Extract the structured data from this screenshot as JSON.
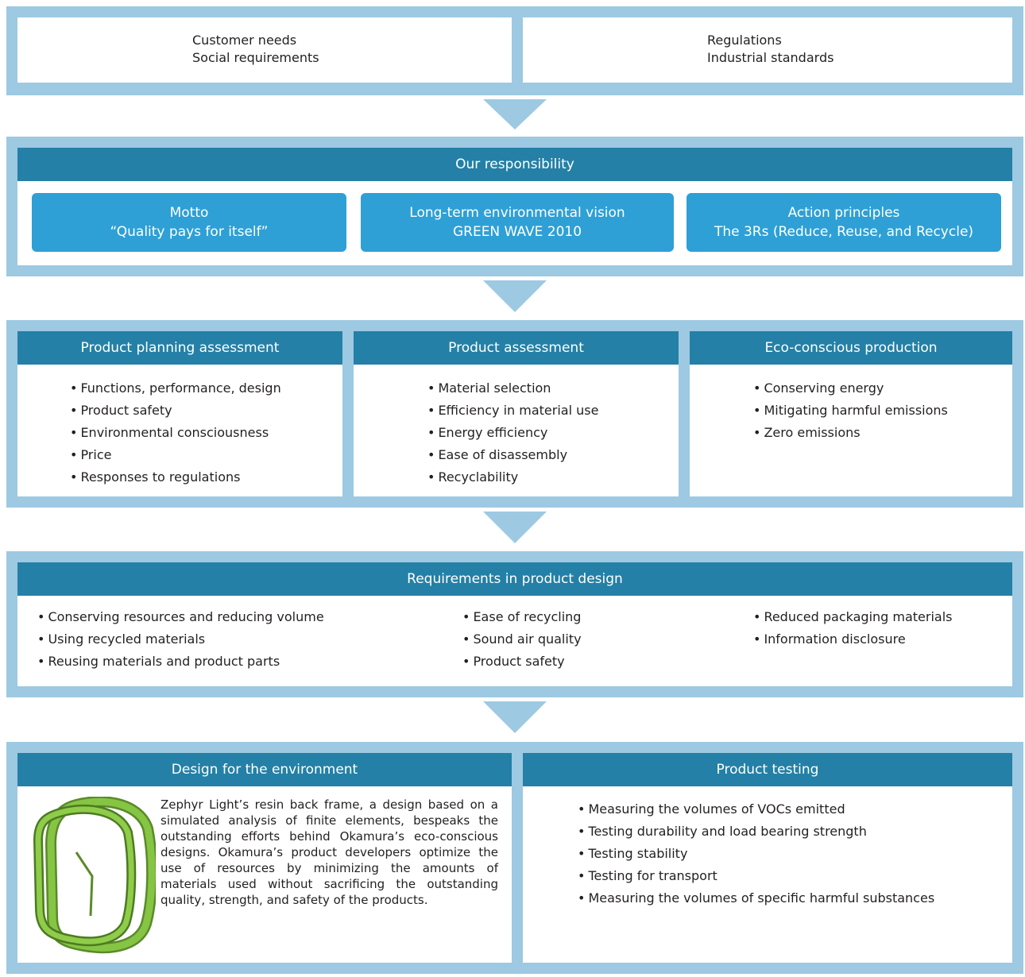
{
  "top": {
    "left": [
      "Customer needs",
      "Social requirements"
    ],
    "right": [
      "Regulations",
      "Industrial standards"
    ]
  },
  "responsibility": {
    "title": "Our responsibility",
    "boxes": [
      {
        "line1": "Motto",
        "line2": "“Quality pays for itself”"
      },
      {
        "line1": "Long-term environmental vision",
        "line2": "GREEN WAVE 2010"
      },
      {
        "line1": "Action principles",
        "line2": "The 3Rs (Reduce, Reuse, and Recycle)"
      }
    ]
  },
  "assessments": [
    {
      "title": "Product planning assessment",
      "items": [
        "Functions, performance, design",
        "Product safety",
        "Environmental consciousness",
        "Price",
        "Responses to regulations"
      ]
    },
    {
      "title": "Product assessment",
      "items": [
        "Material selection",
        "Efficiency in material use",
        "Energy efficiency",
        "Ease of disassembly",
        "Recyclability"
      ]
    },
    {
      "title": "Eco-conscious production",
      "items": [
        "Conserving energy",
        "Mitigating harmful emissions",
        "Zero emissions"
      ]
    }
  ],
  "requirements": {
    "title": "Requirements in product design",
    "columns": [
      [
        "Conserving resources and reducing volume",
        "Using recycled materials",
        "Reusing materials and product parts"
      ],
      [
        "Ease of recycling",
        "Sound air quality",
        "Product safety"
      ],
      [
        "Reduced packaging materials",
        "Information disclosure"
      ]
    ]
  },
  "design": {
    "title": "Design for the environment",
    "text": "Zephyr Light’s resin back frame, a design based on a simulated analysis of finite elements, bespeaks the outstanding efforts behind Okamura’s eco-conscious designs. Okamura’s product developers optimize the use of resources by minimizing the amounts of materials used without sacrificing the outstanding quality, strength, and safety of the products."
  },
  "testing": {
    "title": "Product testing",
    "items": [
      "Measuring the volumes of VOCs emitted",
      "Testing durability and load bearing strength",
      "Testing stability",
      "Testing for transport",
      "Measuring the volumes of specific harmful substances"
    ]
  },
  "colors": {
    "band": "#9dc9e2",
    "header": "#2480a6",
    "pill": "#2ea0d6",
    "frame": "#7fbf3f"
  }
}
